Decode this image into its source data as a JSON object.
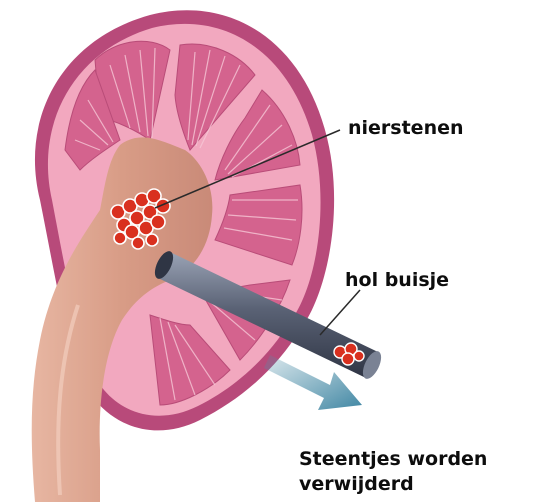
{
  "labels": {
    "kidney_stones": "nierstenen",
    "hollow_tube": "hol buisje",
    "stones_removed_line1": "Steentjes worden",
    "stones_removed_line2": "verwijderd"
  },
  "colors": {
    "capsule": "#b84a7a",
    "cortex": "#f2a8bf",
    "pyramid": "#d4638e",
    "pelvis": "#dba48e",
    "tube": "#5a6275",
    "stone": "#d9301f",
    "arrow": "#4f8fa8",
    "text": "#0d0d0d"
  }
}
